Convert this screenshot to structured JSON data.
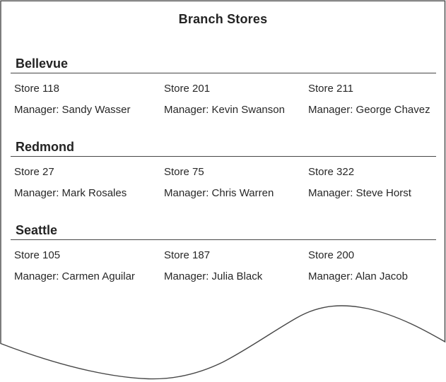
{
  "report": {
    "title": "Branch Stores",
    "sections": [
      {
        "name": "Bellevue",
        "stores": [
          {
            "store": "Store 118",
            "manager": "Manager: Sandy Wasser"
          },
          {
            "store": "Store 201",
            "manager": "Manager: Kevin Swanson"
          },
          {
            "store": "Store 211",
            "manager": "Manager: George Chavez"
          }
        ]
      },
      {
        "name": "Redmond",
        "stores": [
          {
            "store": "Store 27",
            "manager": "Manager: Mark Rosales"
          },
          {
            "store": "Store 75",
            "manager": "Manager: Chris Warren"
          },
          {
            "store": "Store 322",
            "manager": "Manager: Steve Horst"
          }
        ]
      },
      {
        "name": "Seattle",
        "stores": [
          {
            "store": "Store 105",
            "manager": "Manager: Carmen Aguilar"
          },
          {
            "store": "Store 187",
            "manager": "Manager: Julia Black"
          },
          {
            "store": "Store 200",
            "manager": "Manager: Alan Jacob"
          }
        ]
      }
    ]
  },
  "colors": {
    "text": "#272727",
    "line": "#464646",
    "background": "#ffffff"
  }
}
